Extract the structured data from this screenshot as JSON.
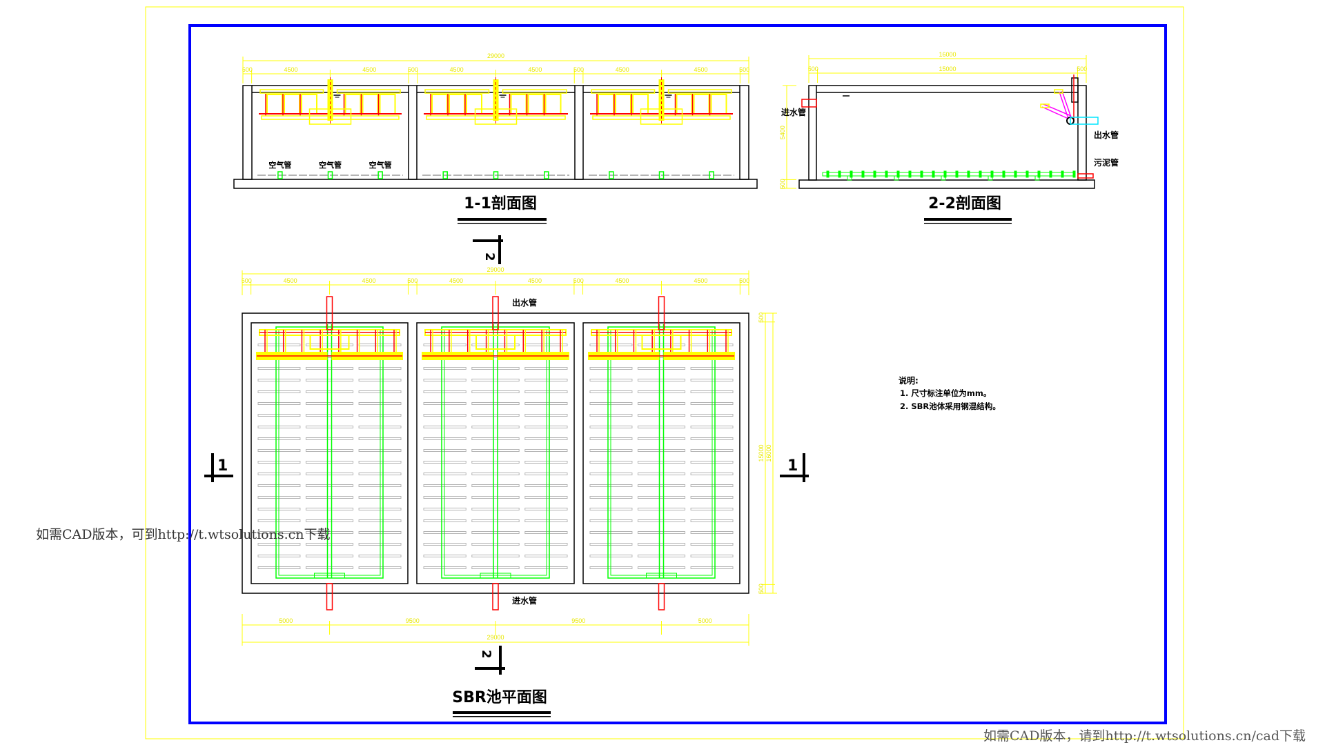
{
  "section_1_1": {
    "title": "1-1剖面图",
    "overall_dim": "29000",
    "dims": [
      "500",
      "4500",
      "4500",
      "500",
      "4500",
      "4500",
      "500",
      "4500",
      "4500",
      "500"
    ],
    "dim_values": [
      500,
      4500,
      4500,
      500,
      4500,
      4500,
      500,
      4500,
      4500,
      500
    ],
    "air_pipe_label": "空气管"
  },
  "section_2_2": {
    "title": "2-2剖面图",
    "overall_dim": "16000",
    "dims": [
      "500",
      "15000",
      "500"
    ],
    "dim_values": [
      500,
      15000,
      500
    ],
    "vertical_dims": [
      "5400",
      "500"
    ],
    "vertical_values": [
      5400,
      500
    ],
    "inlet_label": "进水管",
    "outlet_label": "出水管",
    "sludge_label": "污泥管"
  },
  "plan": {
    "title": "SBR池平面图",
    "overall_dim": "29000",
    "top_dims": [
      "500",
      "4500",
      "4500",
      "500",
      "4500",
      "4500",
      "500",
      "4500",
      "4500",
      "500"
    ],
    "top_values": [
      500,
      4500,
      4500,
      500,
      4500,
      4500,
      500,
      4500,
      4500,
      500
    ],
    "bottom_dims": [
      "5000",
      "9500",
      "9500",
      "5000"
    ],
    "bottom_values": [
      5000,
      9500,
      9500,
      5000
    ],
    "right_dims": [
      "500",
      "15000",
      "500"
    ],
    "right_values": [
      500,
      15000,
      500
    ],
    "right_overall": "16000",
    "outlet_label": "出水管",
    "inlet_label": "进水管"
  },
  "section_marks": {
    "one": "1",
    "two": "2"
  },
  "notes": {
    "heading": "说明:",
    "items": [
      "1. 尺寸标注单位为mm。",
      "2. SBR池体采用钢混结构。"
    ]
  },
  "watermarks": {
    "left": "如需CAD版本，可到http://t.wtsolutions.cn下载",
    "bottom_right": "如需CAD版本，请到http://t.wtsolutions.cn/cad下载"
  },
  "colors": {
    "frame_outer": "#ffff00",
    "frame_inner": "#0000ff",
    "dimension": "#ffff00",
    "structure": "#000000",
    "air_pipe": "#00ff00",
    "water_pipe": "#ff0000",
    "decanter": "#ffff00",
    "grid": "#b4b4b4",
    "outlet_cyan": "#00e5ff",
    "decanter_arm": "#ff00ff"
  }
}
